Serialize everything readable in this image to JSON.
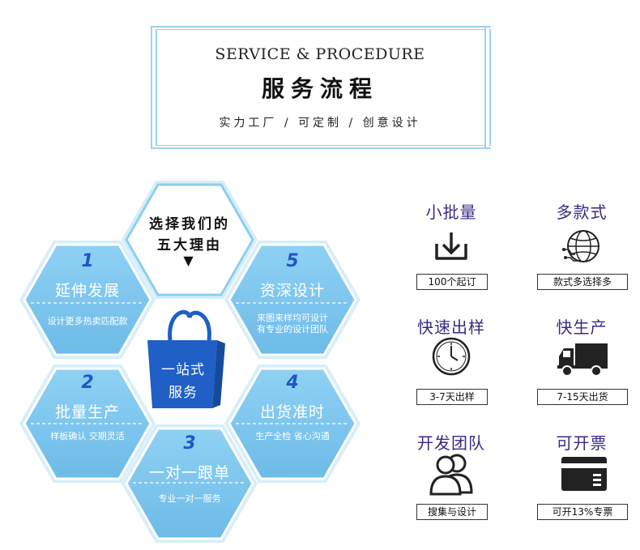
{
  "header": {
    "title_en": "SERVICE & PROCEDURE",
    "title_cn": "服务流程",
    "subtitle": "实力工厂 / 可定制 / 创意设计"
  },
  "colors": {
    "hex_fill": "#7ac6ef",
    "hex_border": "#ffffff",
    "hex_outer": "#cfeaf8",
    "accent_number": "#1e57c9",
    "feature_title": "#3b2a85",
    "bag": "#1f5fc6"
  },
  "center": {
    "top_line1": "选择我们的",
    "top_line2": "五大理由",
    "top_marker": "▼",
    "bag_line1": "一站式",
    "bag_line2": "服务"
  },
  "hexes": [
    {
      "number": "1",
      "title": "延伸发展",
      "desc": "设计更多热卖匹配款"
    },
    {
      "number": "5",
      "title": "资深设计",
      "desc_line1": "来图来样均可设计",
      "desc_line2": "有专业的设计团队"
    },
    {
      "number": "2",
      "title": "批量生产",
      "desc": "样板确认 交期灵活"
    },
    {
      "number": "4",
      "title": "出货准时",
      "desc": "生产全检 省心沟通"
    },
    {
      "number": "3",
      "title": "一对一跟单",
      "desc": "专业一对一服务"
    }
  ],
  "features": [
    {
      "title": "小批量",
      "label": "100个起订",
      "icon": "download-tray-icon"
    },
    {
      "title": "多款式",
      "label": "款式多选择多",
      "icon": "globe-circuit-icon"
    },
    {
      "title": "快速出样",
      "label": "3-7天出样",
      "icon": "clock-icon"
    },
    {
      "title": "快生产",
      "label": "7-15天出货",
      "icon": "truck-icon"
    },
    {
      "title": "开发团队",
      "label": "搜集与设计",
      "icon": "team-icon"
    },
    {
      "title": "可开票",
      "label": "可开13%专票",
      "icon": "card-icon"
    }
  ]
}
